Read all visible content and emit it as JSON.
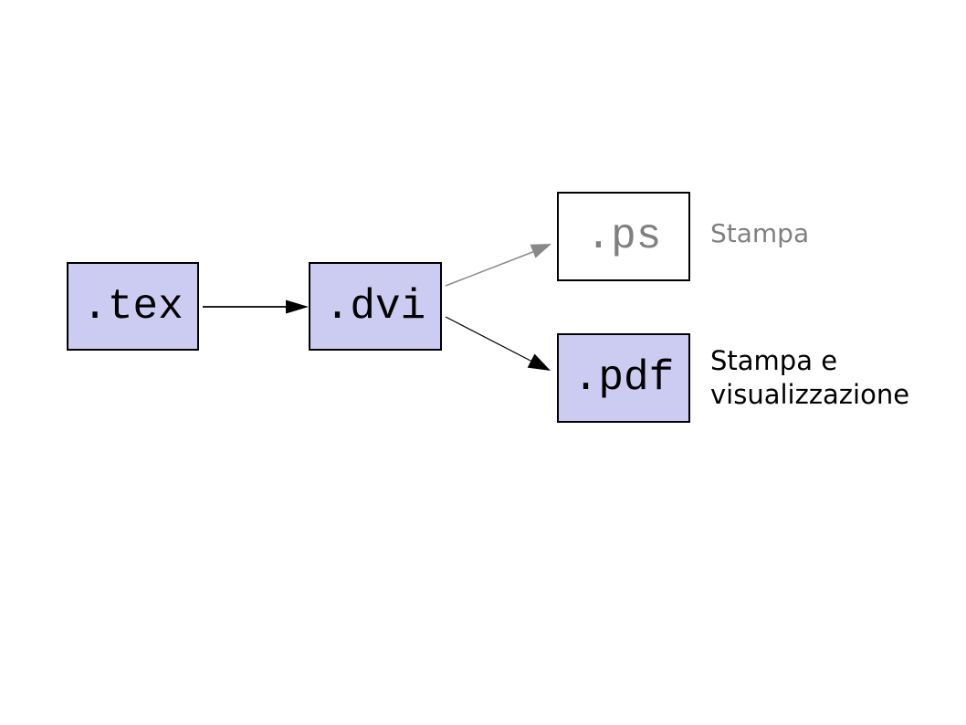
{
  "colors": {
    "bg": "#ffffff",
    "box_fill": "#ccccf2",
    "box_border": "#000000",
    "text_dark": "#000000",
    "muted": "#808080",
    "edge_gray": "#888888",
    "edge_black": "#000000"
  },
  "nodes": {
    "tex": {
      "label": ".tex"
    },
    "dvi": {
      "label": ".dvi"
    },
    "ps": {
      "label": ".ps"
    },
    "pdf": {
      "label": ".pdf"
    }
  },
  "annotations": {
    "ps_note": "Stampa",
    "pdf_note_line1": "Stampa e",
    "pdf_note_line2": "visualizzazione"
  },
  "edges": [
    {
      "from": ".tex",
      "to": ".dvi",
      "style": "black-solid-arrow"
    },
    {
      "from": ".dvi",
      "to": ".ps",
      "style": "gray-solid-arrow"
    },
    {
      "from": ".dvi",
      "to": ".pdf",
      "style": "black-thin-arrow"
    }
  ]
}
